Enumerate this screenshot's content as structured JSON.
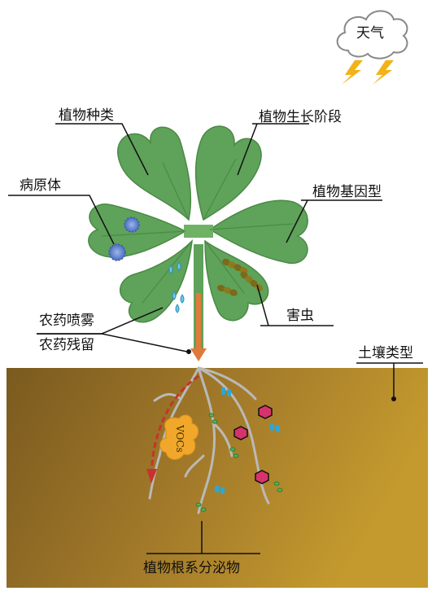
{
  "labels": {
    "weather": "天气",
    "plant_species": "植物种类",
    "growth_stage": "植物生长阶段",
    "pathogen": "病原体",
    "genotype": "植物基因型",
    "pesticide_spray": "农药喷雾",
    "pesticide_residue": "农药残留",
    "pest": "害虫",
    "soil_type": "土壤类型",
    "vocs": "VOCs",
    "root_exudates": "植物根系分泌物"
  },
  "colors": {
    "leaf": "#5fa25a",
    "leaf_dark": "#3f7f3d",
    "stem": "#e07a3a",
    "soil_light": "#c49a2e",
    "soil_dark": "#7a5a1f",
    "root": "#b9b9b9",
    "lightning": "#f2b318",
    "arrow_red": "#c8322c"
  },
  "icons": {
    "weather": "storm-cloud-icon",
    "pathogen": "virus-icon",
    "spray": "water-drops-icon",
    "pest": "caterpillar-icon",
    "vocs": "vocs-cloud-icon",
    "microbes": "microbe-icon"
  }
}
